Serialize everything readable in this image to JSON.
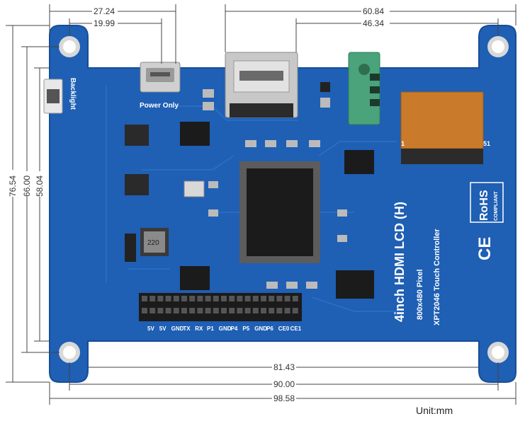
{
  "dimensions": {
    "top_left_outer": "27.24",
    "top_left_inner": "19.99",
    "top_right_outer": "60.84",
    "top_right_inner": "46.34",
    "left_inner": "58.04",
    "left_middle": "66.00",
    "left_outer": "76.54",
    "bottom_inner": "81.43",
    "bottom_middle": "90.00",
    "bottom_outer": "98.58"
  },
  "board": {
    "backlight_label": "Backlight",
    "power_label": "Power Only",
    "product_title": "4inch HDMI LCD (H)",
    "resolution": "800x480 Pixel",
    "controller": "XPT2046 Touch Controller",
    "inductor_marking": "220",
    "connector_pin_first": "1",
    "connector_pin_last": "51",
    "ce_mark": "CE",
    "rohs_mark": "RoHS",
    "rohs_sub": "COMPLIANT",
    "header_pins": [
      "5V",
      "5V",
      "GND",
      "TX",
      "RX",
      "P1",
      "GND",
      "P4",
      "P5",
      "GND",
      "P6",
      "CE0",
      "CE1"
    ]
  },
  "unit_label": "Unit:mm",
  "colors": {
    "pcb": "#1f5fb4",
    "pcb_edge": "#1a54a3",
    "chip": "#1b1b1b",
    "metal": "#c9c9c9",
    "audio_jack": "#4aa37a",
    "fpc": "#c97a2a"
  }
}
